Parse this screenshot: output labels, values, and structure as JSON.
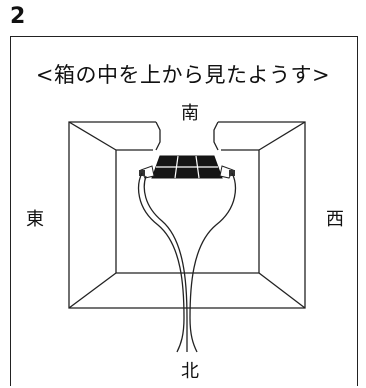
{
  "question_number": "2",
  "caption": "<箱の中を上から見たようす>",
  "directions": {
    "south": "南",
    "east": "東",
    "west": "西",
    "north": "北"
  }
}
